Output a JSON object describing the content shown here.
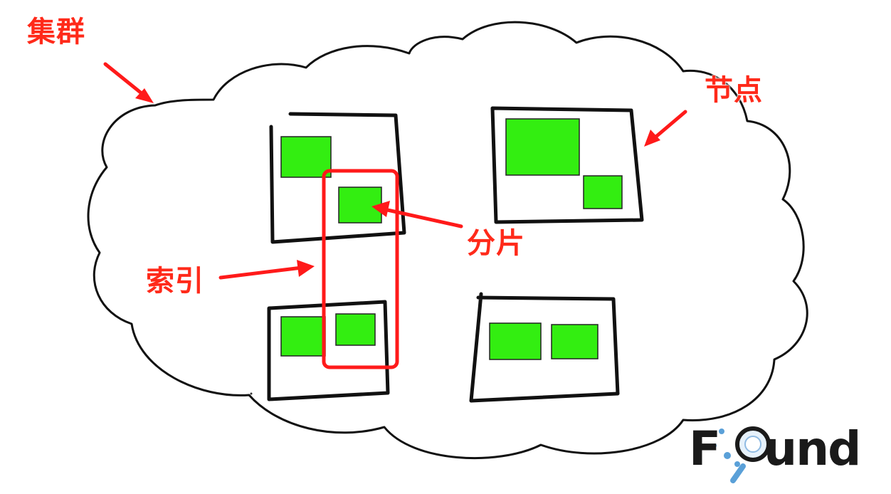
{
  "labels": {
    "cluster": "集群",
    "node": "节点",
    "shard": "分片",
    "index": "索引"
  },
  "logo": {
    "first": "F",
    "rest": "und"
  },
  "colors": {
    "annotation": "#ff2a1a",
    "shard": "#33ee11",
    "outline": "#111111",
    "logo_dark": "#1a1a1a",
    "logo_blue": "#5aa0d8"
  }
}
